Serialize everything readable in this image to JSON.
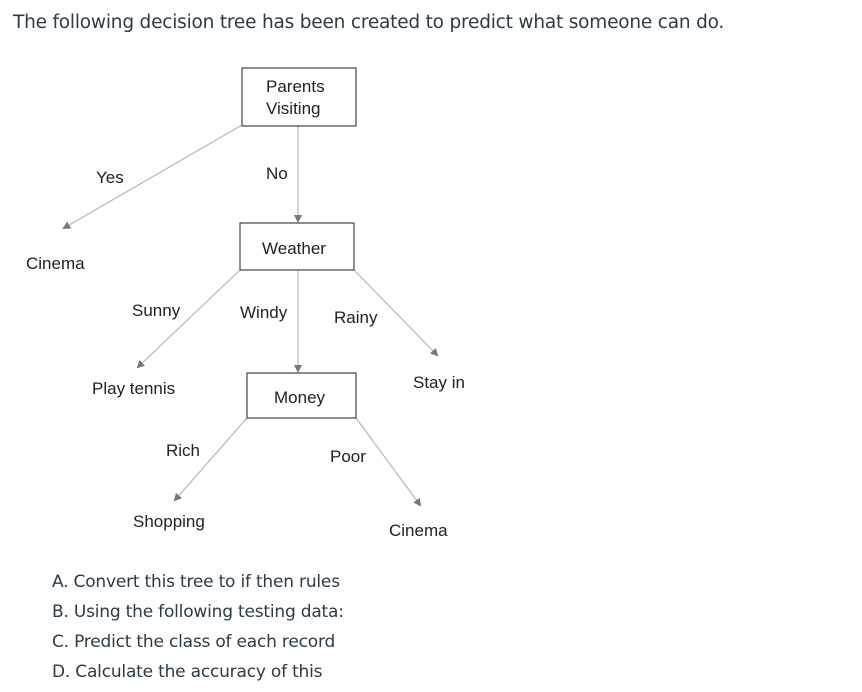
{
  "intro": "The following decision tree has been created to predict what someone can do.",
  "tree": {
    "root": {
      "line1": "Parents",
      "line2": "Visiting"
    },
    "weather": "Weather",
    "money": "Money",
    "edges": {
      "yes": "Yes",
      "no": "No",
      "sunny": "Sunny",
      "windy": "Windy",
      "rainy": "Rainy",
      "rich": "Rich",
      "poor": "Poor"
    },
    "leaves": {
      "cinema_top": "Cinema",
      "play_tennis": "Play tennis",
      "stay_in": "Stay in",
      "shopping": "Shopping",
      "cinema_bottom": "Cinema"
    }
  },
  "questions": [
    "A. Convert this tree to if then rules",
    "B. Using the following testing data:",
    "C. Predict the class of each record",
    "D. Calculate the accuracy of this"
  ]
}
